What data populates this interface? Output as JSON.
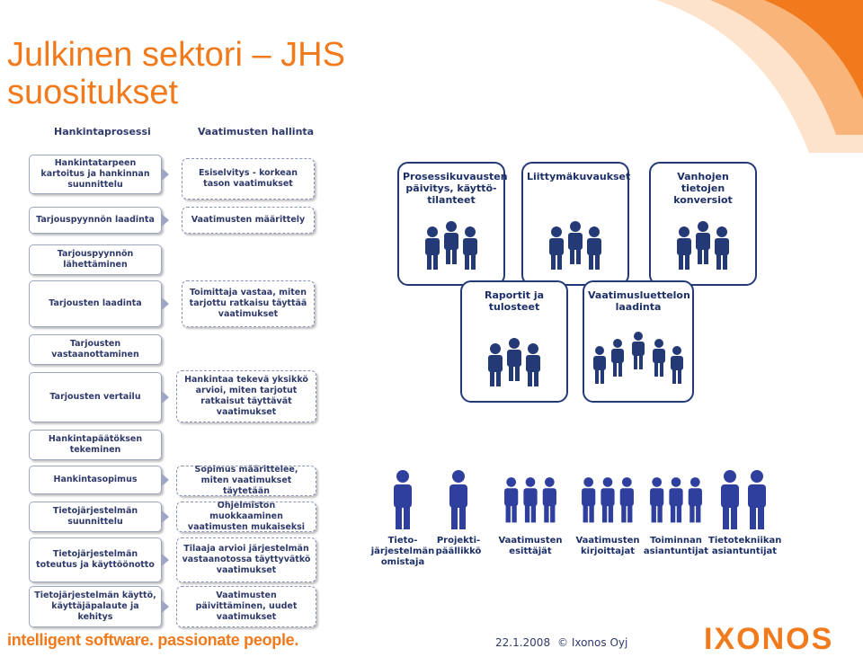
{
  "title": {
    "line1": "Julkinen sektori – JHS",
    "line2": "suositukset"
  },
  "colors": {
    "accent": "#f07a1c",
    "navy": "#1c2f66"
  },
  "process": {
    "header_left": "Hankintaprosessi",
    "header_right": "Vaatimusten hallinta",
    "left_steps": [
      "Hankintatarpeen kartoitus ja hankinnan suunnittelu",
      "Tarjouspyynnön laadinta",
      "Tarjouspyynnön lähettäminen",
      "Tarjousten laadinta",
      "Tarjousten vastaanottaminen",
      "Tarjousten vertailu",
      "Hankintapäätöksen tekeminen",
      "Hankintasopimus",
      "Tietojärjestelmän suunnittelu",
      "Tietojärjestelmän toteutus ja käyttöönotto",
      "Tietojärjestelmän käyttö, käyttäjäpalaute ja kehitys"
    ],
    "right_steps": [
      "Esiselvitys - korkean tason vaatimukset",
      "Vaatimusten määrittely",
      "Toimittaja vastaa, miten tarjottu ratkaisu täyttää vaatimukset",
      "Hankintaa tekevä yksikkö arvioi, miten tarjotut ratkaisut täyttävät vaatimukset",
      "Sopimus määrittelee, miten vaatimukset täytetään",
      "Ohjelmiston muokkaaminen vaatimusten mukaiseksi",
      "Tilaaja arvioi järjestelmän vastaanotossa täyttyvätkö vaatimukset",
      "Vaatimusten päivittäminen, uudet vaatimukset"
    ]
  },
  "categories": [
    "Prosessikuvausten päivitys, käyttö-tilanteet",
    "Liittymäkuvaukset",
    "Vanhojen tietojen konversiot",
    "Raportit ja tulosteet",
    "Vaatimusluettelon laadinta"
  ],
  "roles": [
    "Tieto-järjestelmän omistaja",
    "Projekti-päällikkö",
    "Vaatimusten esittäjät",
    "Vaatimusten kirjoittajat",
    "Toiminnan asiantuntijat",
    "Tietotekniikan asiantuntijat"
  ],
  "footer": {
    "tagline": "intelligent software. passionate people.",
    "date": "22.1.2008",
    "copyright": "© Ixonos Oyj",
    "logo": "IXONOS"
  }
}
